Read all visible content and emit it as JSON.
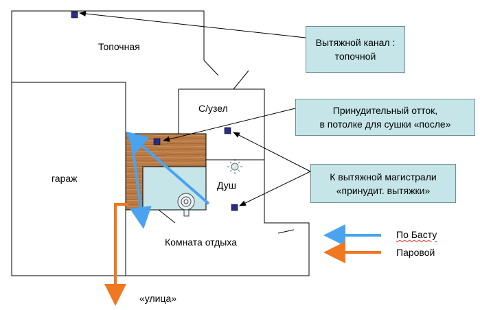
{
  "diagram": {
    "rooms": {
      "topochnaya": "Топочная",
      "garage": "гараж",
      "bathroom": "С/узел",
      "shower": "Душ",
      "rest_room": "Комната отдыха"
    },
    "outside_label": "«улица»",
    "callouts": {
      "exhaust_channel": [
        "Вытяжной канал :",
        "топочной"
      ],
      "forced_outflow": [
        "Принудительный отток,",
        "в потолке для сушки «после»"
      ],
      "forced_main": [
        "К вытяжной магистрали",
        "«принудит. вытяжки»"
      ]
    },
    "legend": {
      "basta_label": "По Басту",
      "steam_label": "Паровой"
    },
    "colors": {
      "basta_arrow": "#4aa3ee",
      "steam_arrow": "#f07820",
      "callout_fill": "#c5e5e8",
      "vent_marker": "#2a2a8a",
      "stove_fill": "#c5e5e8",
      "wood": "#b97a45"
    },
    "icons": [
      "vent-marker-icon",
      "shower-head-icon",
      "stove-fan-icon"
    ]
  }
}
